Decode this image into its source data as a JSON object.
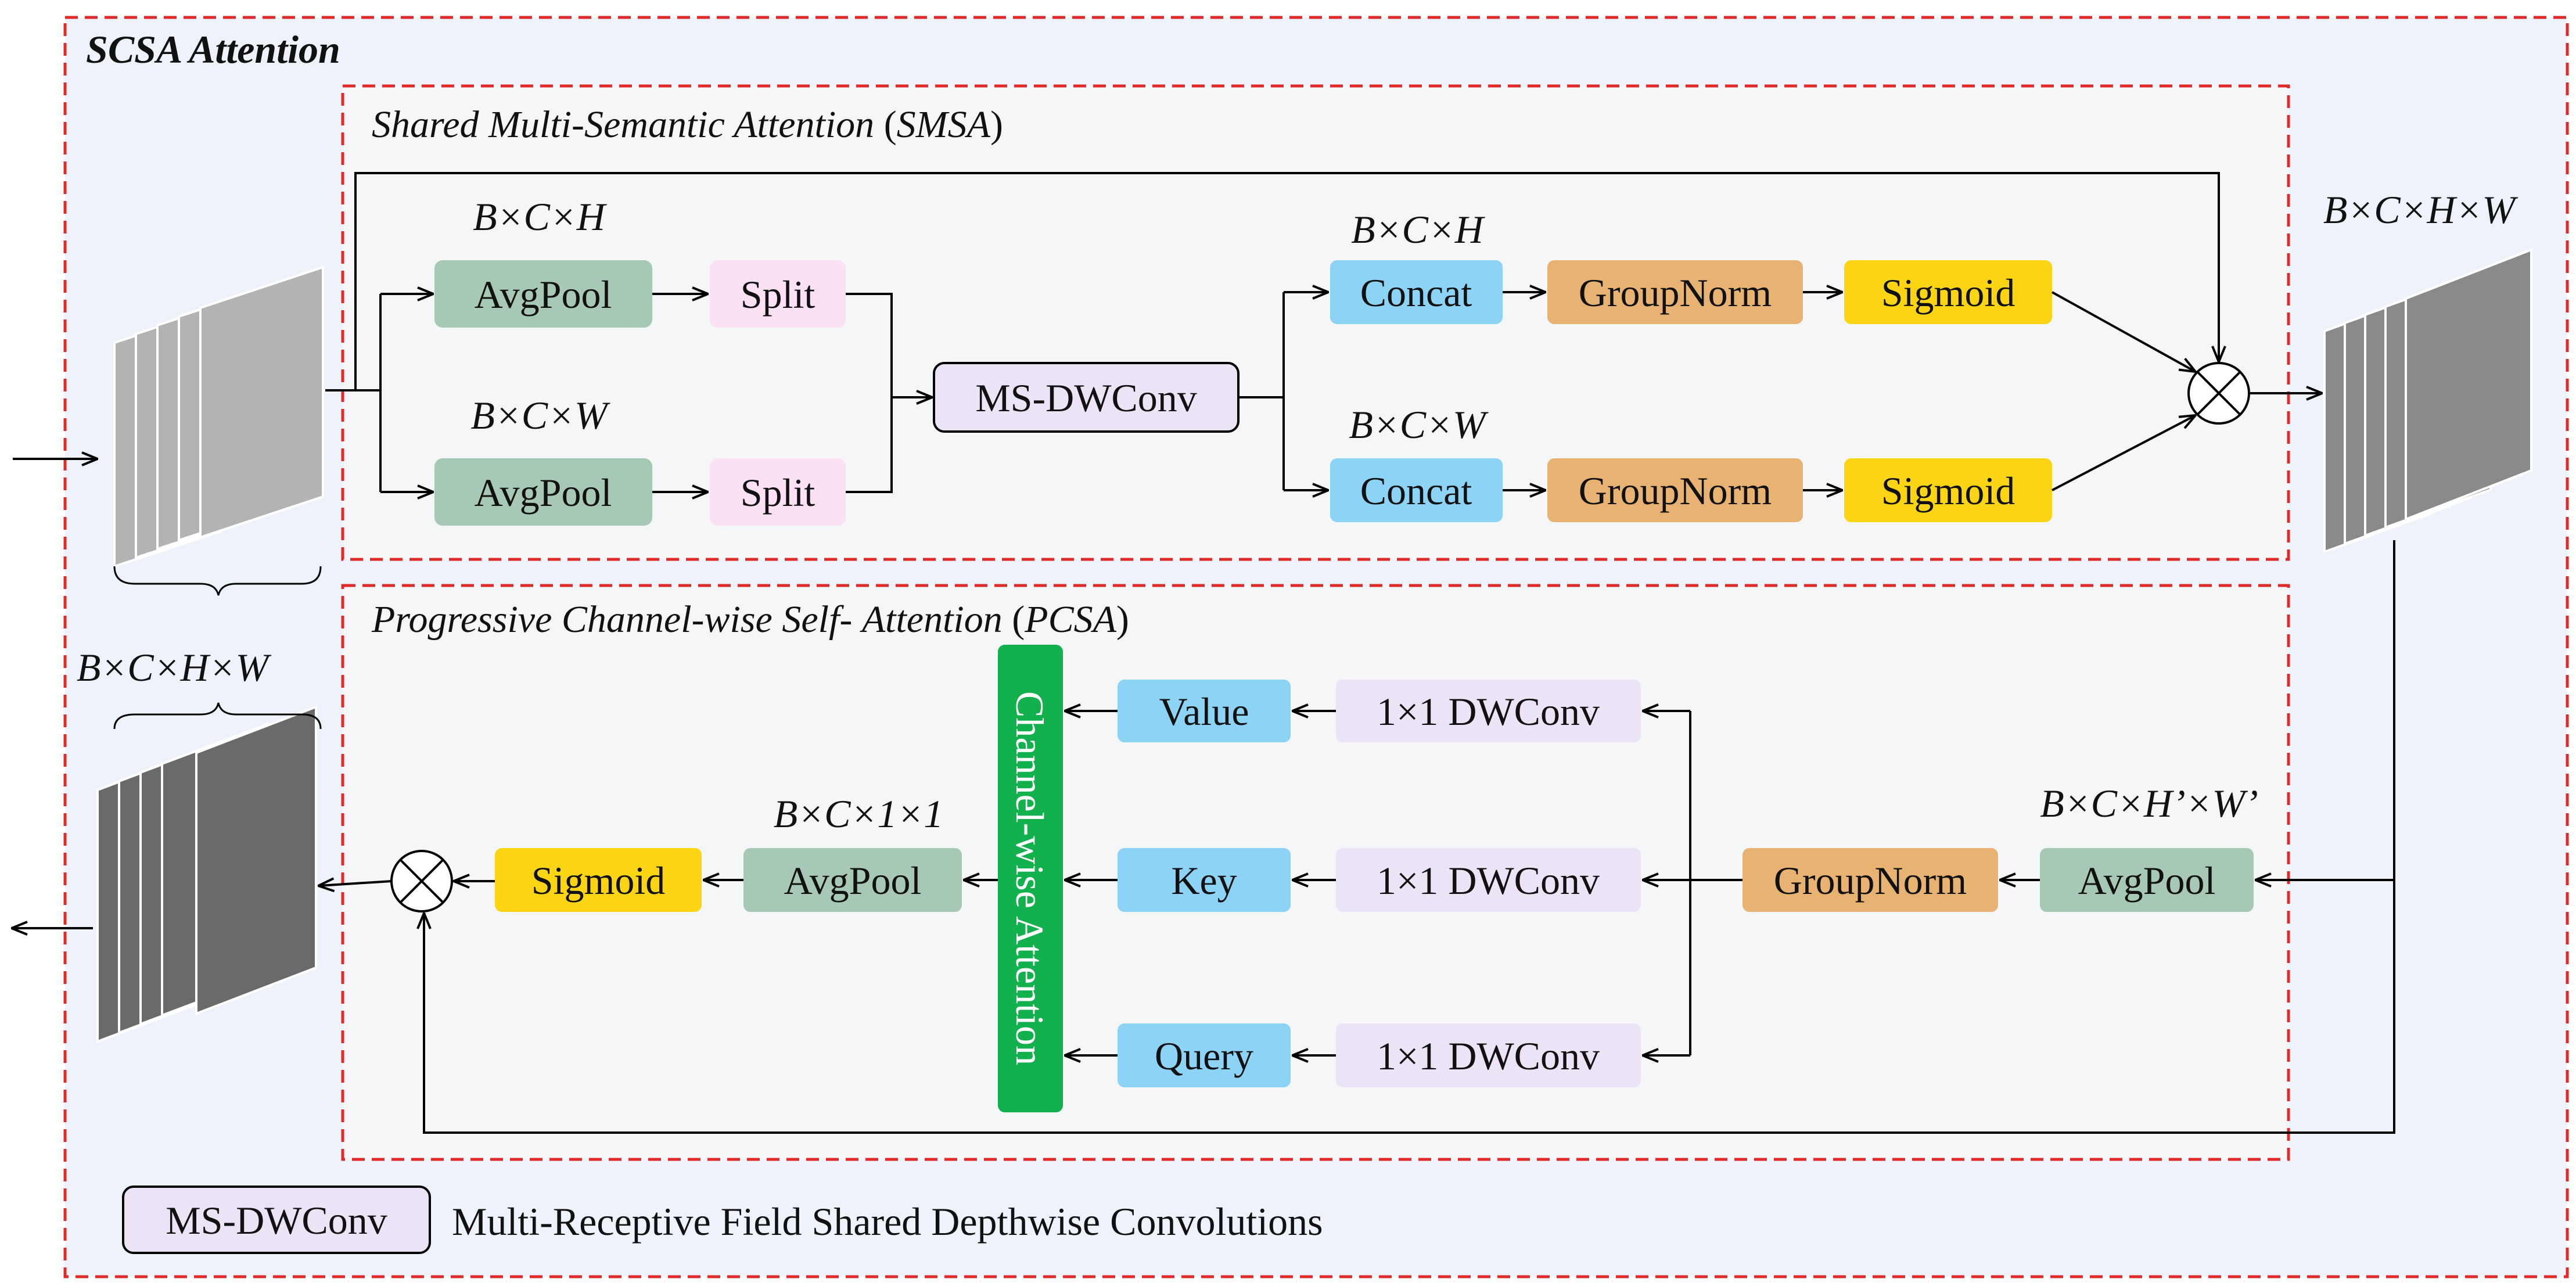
{
  "outer": {
    "title": "SCSA Attention"
  },
  "smsa": {
    "title_italic": "Shared Multi-Semantic Attention",
    "title_paren_open": " (",
    "title_abbr": "SMSA",
    "title_paren_close": ")",
    "dim_h": "B×C×H",
    "dim_w": "B×C×W",
    "dim_concat_h": "B×C×H",
    "dim_concat_w": "B×C×W",
    "avgpool_label": "AvgPool",
    "split_label": "Split",
    "msdwconv_label": "MS-DWConv",
    "concat_label": "Concat",
    "groupnorm_label": "GroupNorm",
    "sigmoid_label": "Sigmoid"
  },
  "pcsa": {
    "title_italic_1": "Progressive Channel",
    "title_hyphen_1": "-",
    "title_italic_2": "wise Self",
    "title_hyphen_2": "- ",
    "title_italic_3": "Attention",
    "title_paren_open": " (",
    "title_abbr": "PCSA",
    "title_paren_close": ")",
    "dim_pool": "B×C×H’×W’",
    "dim_out": "B×C×1×1",
    "avgpool_label": "AvgPool",
    "groupnorm_label": "GroupNorm",
    "dwconv_label": "1×1 DWConv",
    "value_label": "Value",
    "key_label": "Key",
    "query_label": "Query",
    "channel_attention_label": "Channel-wise Attention",
    "sigmoid_label": "Sigmoid"
  },
  "features": {
    "input_dim": "",
    "mid_dim": "B×C×H×W",
    "output_dim": "B×C×H×W"
  },
  "legend": {
    "box_label": "MS-DWConv",
    "description": "Multi-Receptive Field Shared Depthwise Convolutions"
  },
  "colors": {
    "outer_bg": "#eef2fa",
    "inner_bg": "#f4f6f7",
    "dash_red": "#e02a2a",
    "avgpool": "#a7c8b4",
    "split": "#fbe1f3",
    "msdwconv": "#ece4f6",
    "concat": "#8dd3f5",
    "groupnorm": "#e8b272",
    "sigmoid": "#fbd514",
    "dwconv": "#ece4f6",
    "qkv": "#8dd3f5",
    "channel_attention": "#13b14d",
    "stack_light": "#b3b3b3",
    "stack_mid": "#8a8a8a",
    "stack_dark": "#6a6a6a"
  },
  "icons": [
    "multiply-circle-icon",
    "arrow-icon",
    "brace-icon"
  ]
}
